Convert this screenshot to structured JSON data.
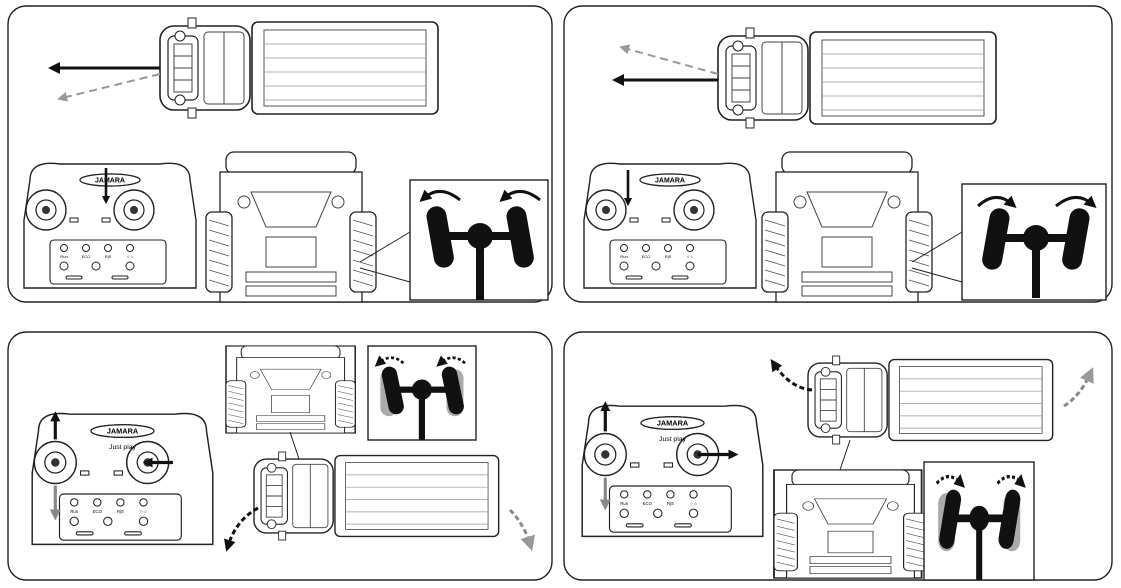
{
  "remote": {
    "brand": "JAMARA",
    "tagline": "Just play",
    "button_labels": [
      "Run",
      "ECO",
      "R|S",
      "☆☆"
    ]
  }
}
